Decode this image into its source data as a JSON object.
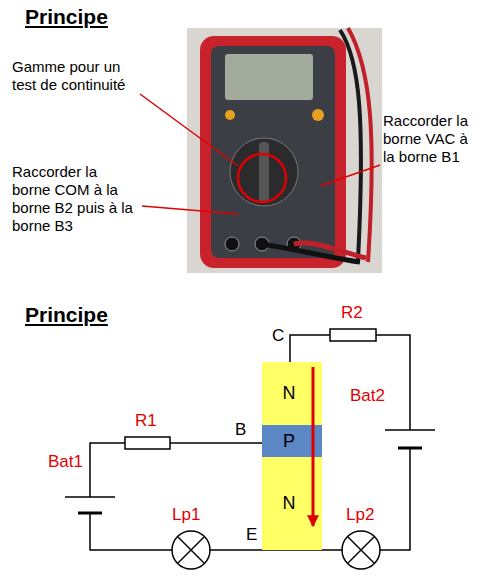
{
  "diagram": {
    "title": "Principe",
    "nodes": [
      {
        "text": [
          "N"
        ]
      },
      {
        "text": [
          "P"
        ]
      },
      {
        "text": [
          "N"
        ]
      }
    ],
    "edges": [
      {
        "from": 0,
        "to": 2,
        "arrow": "to"
      }
    ],
    "labels": [
      "Gamme pour un test de continuité",
      "Raccorder la borne VAC à la borne B1",
      "Raccorder la borne COM à la borne B2 puis à la borne B3",
      "Principe",
      "C",
      "R2",
      "R1",
      "B",
      "Bat1",
      "Bat2",
      "Lp1",
      "Lp2",
      "E"
    ]
  }
}
